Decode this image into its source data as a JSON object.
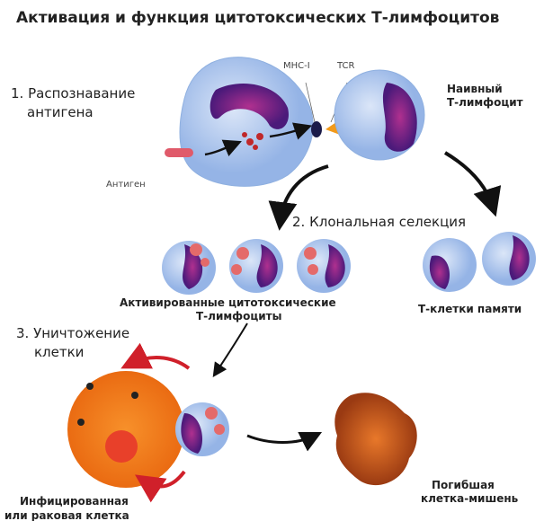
{
  "title": "Активация и функция цитотоксических Т-лимфоцитов",
  "steps": {
    "step1_line1": "1. Распознавание",
    "step1_line2": "антигена",
    "step2": "2. Клональная селекция",
    "step3_line1": "3. Уничтожение",
    "step3_line2": "клетки"
  },
  "labels": {
    "mhc": "MHC-I",
    "tcr": "TCR",
    "antigen": "Антиген",
    "naive_line1": "Наивный",
    "naive_line2": "Т-лимфоцит",
    "activated_line1": "Активированные цитотоксические",
    "activated_line2": "Т-лимфоциты",
    "memory": "Т-клетки памяти",
    "infected_line1": "Инфицированная",
    "infected_line2": "или раковая клетка",
    "dying_line1": "Погибшая",
    "dying_line2": "клетка-мишень"
  },
  "colors": {
    "cell": "#a9c4ec",
    "nucleus": "#6a1b8a",
    "target": "#f07a1a",
    "arrow": "#d0202a"
  }
}
